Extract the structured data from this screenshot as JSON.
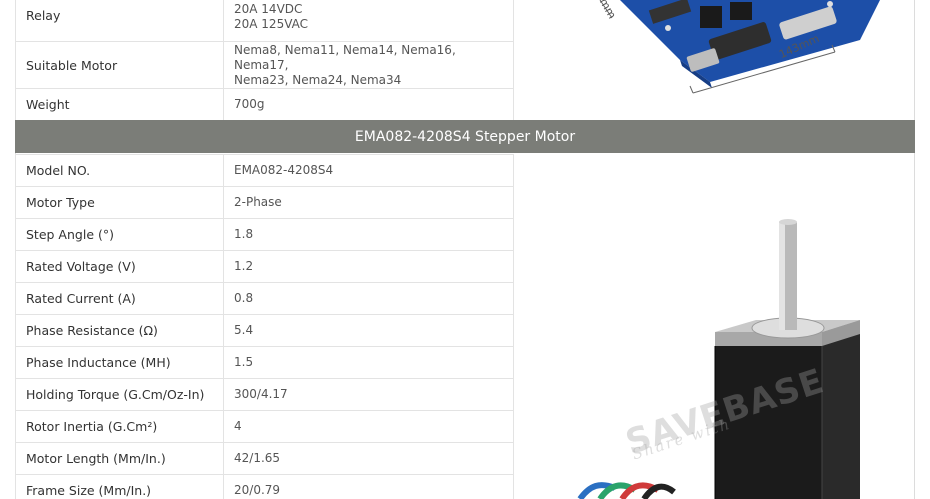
{
  "top_rows": [
    {
      "key": "Relay",
      "value_lines": [
        "20A 14VDC",
        "20A 125VAC"
      ]
    },
    {
      "key": "Suitable Motor",
      "value_lines": [
        "Nema8, Nema11, Nema14, Nema16, Nema17,",
        "Nema23, Nema24, Nema34"
      ]
    },
    {
      "key": "Weight",
      "value_lines": [
        "700g"
      ]
    }
  ],
  "section_title": "EMA082-4208S4 Stepper Motor",
  "spec_rows": [
    {
      "key": "Model NO.",
      "value": "EMA082-4208S4"
    },
    {
      "key": "Motor Type",
      "value": "2-Phase"
    },
    {
      "key": "Step Angle (°)",
      "value": "1.8"
    },
    {
      "key": "Rated Voltage (V)",
      "value": "1.2"
    },
    {
      "key": "Rated Current (A)",
      "value": "0.8"
    },
    {
      "key": "Phase Resistance (Ω)",
      "value": "5.4"
    },
    {
      "key": "Phase Inductance (MH)",
      "value": "1.5"
    },
    {
      "key": "Holding Torque (G.Cm/Oz-In)",
      "value": "300/4.17"
    },
    {
      "key": "Rotor Inertia (G.Cm²)",
      "value": "4"
    },
    {
      "key": "Motor Length (Mm/In.)",
      "value": "42/1.65"
    },
    {
      "key": "Frame Size (Mm/In.)",
      "value": "20/0.79"
    }
  ],
  "board_image": {
    "dimension_label": "143mm",
    "dimension_label_partial": "mm"
  },
  "watermark": {
    "main": "SAVEBASE",
    "sub": "Share with"
  },
  "colors": {
    "section_bar": "#7b7d78",
    "border": "#e3e3e3"
  }
}
